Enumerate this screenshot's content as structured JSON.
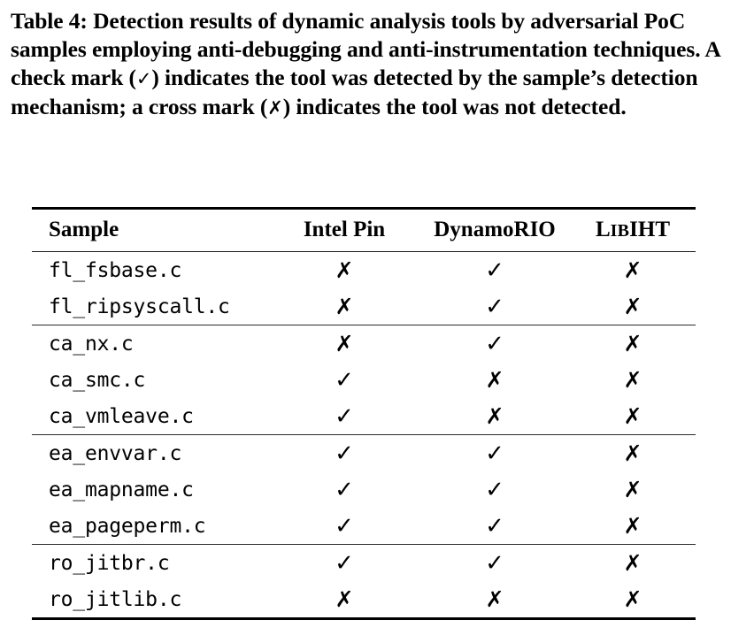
{
  "caption": {
    "label": "Table 4:",
    "text": "Table 4: Detection results of dynamic analysis tools by adversarial PoC samples employing anti-debugging and anti-instrumentation techniques. A check mark (✓) indicates the tool was detected by the sample's detection mechanism; a cross mark (✗) indicates the tool was not detected.",
    "part1": "Table 4: Detection results of dynamic analysis tools by adversarial PoC samples employing anti-debugging and anti-instrumentation techniques. A check mark (",
    "check_glyph": "✓",
    "part2": ") indicates the tool was detected by the sample’s detection mechanism; a cross mark (",
    "cross_glyph": "✗",
    "part3": ") indicates the tool was not detected."
  },
  "table": {
    "columns": [
      {
        "key": "sample",
        "label": "Sample",
        "align": "left"
      },
      {
        "key": "intel_pin",
        "label": "Intel Pin",
        "align": "center"
      },
      {
        "key": "dynamorio",
        "label": "DynamoRIO",
        "align": "center"
      },
      {
        "key": "libiht",
        "label": "LibIHT",
        "label_lead": "L",
        "label_smallcaps": "IB",
        "label_tail": "IHT",
        "align": "center"
      }
    ],
    "symbols": {
      "detected": "✓",
      "not_detected": "✗"
    },
    "groups": [
      {
        "name": "fl",
        "rows": [
          {
            "sample": "fl_fsbase.c",
            "intel_pin": "✗",
            "dynamorio": "✓",
            "libiht": "✗"
          },
          {
            "sample": "fl_ripsyscall.c",
            "intel_pin": "✗",
            "dynamorio": "✓",
            "libiht": "✗"
          }
        ]
      },
      {
        "name": "ca",
        "rows": [
          {
            "sample": "ca_nx.c",
            "intel_pin": "✗",
            "dynamorio": "✓",
            "libiht": "✗"
          },
          {
            "sample": "ca_smc.c",
            "intel_pin": "✓",
            "dynamorio": "✗",
            "libiht": "✗"
          },
          {
            "sample": "ca_vmleave.c",
            "intel_pin": "✓",
            "dynamorio": "✗",
            "libiht": "✗"
          }
        ]
      },
      {
        "name": "ea",
        "rows": [
          {
            "sample": "ea_envvar.c",
            "intel_pin": "✓",
            "dynamorio": "✓",
            "libiht": "✗"
          },
          {
            "sample": "ea_mapname.c",
            "intel_pin": "✓",
            "dynamorio": "✓",
            "libiht": "✗"
          },
          {
            "sample": "ea_pageperm.c",
            "intel_pin": "✓",
            "dynamorio": "✓",
            "libiht": "✗"
          }
        ]
      },
      {
        "name": "ro",
        "rows": [
          {
            "sample": "ro_jitbr.c",
            "intel_pin": "✓",
            "dynamorio": "✓",
            "libiht": "✗"
          },
          {
            "sample": "ro_jitlib.c",
            "intel_pin": "✗",
            "dynamorio": "✗",
            "libiht": "✗"
          }
        ]
      }
    ]
  }
}
